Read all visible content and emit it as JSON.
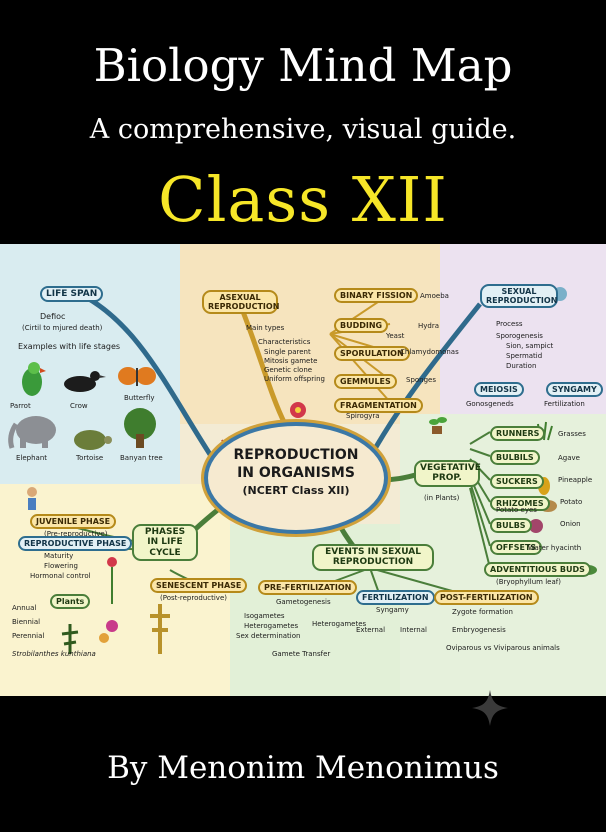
{
  "header": {
    "title": "Biology Mind Map",
    "subtitle": "A comprehensive, visual guide.",
    "class_label": "Class XII"
  },
  "footer": {
    "author": "By Menonim Menonimus"
  },
  "mindmap": {
    "center": {
      "line1": "REPRODUCTION",
      "line2": "IN ORGANISMS",
      "line3": "(NCERT Class XII)"
    },
    "life_span": {
      "title": "LIFE SPAN",
      "defn": "Defioc",
      "defn2": "(Cirtil to mjured death)",
      "examples": "Examples with life stages",
      "animals": [
        "Parrot",
        "Crow",
        "Butterfly",
        "Elephant",
        "Tortoise",
        "Banyan tree"
      ]
    },
    "asexual": {
      "title": "ASEXUAL REPRODUCTION",
      "points": [
        "Main types",
        "Characteristics",
        "Single parent",
        "Mitosis gamete",
        "Genetic clone",
        "Uniform offspring"
      ],
      "types": [
        "BINARY FISSION",
        "BUDDING",
        "SPORULATION",
        "GEMMULES",
        "FRAGMENTATION"
      ],
      "examples": [
        "Amoeba",
        "Hydra",
        "Yeast",
        "Chlamydomonas",
        "Sponges",
        "Spirogyra"
      ]
    },
    "sexual": {
      "title": "SEXUAL REPRODUCTION",
      "points": [
        "Process",
        "Sporogenesis",
        "Sion, sampict",
        "Spermatid",
        "Duration"
      ],
      "sub": [
        "MEIOSIS",
        "SYNGAMY"
      ],
      "sub_notes": [
        "Gonosgeneds",
        "Fertilization"
      ]
    },
    "vegetative": {
      "title": "VEGETATIVE PROP.",
      "note": "(in Plants)",
      "items": [
        "RUNNERS",
        "BULBILS",
        "SUCKERS",
        "RHIZOMES",
        "BULBS",
        "OFFSETS",
        "ADVENTITIOUS BUDS"
      ],
      "examples": [
        "Grasses",
        "Agave",
        "Pineapple",
        "Potato",
        "Onion",
        "Water hyacinth",
        "(Bryophyllum leaf)",
        "Potato eyes"
      ]
    },
    "phases": {
      "title": "PHASES IN LIFE CYCLE",
      "juvenile": "JUVENILE PHASE",
      "juvenile_note": "(Pre-reproductive)",
      "reproductive": "REPRODUCTIVE PHASE",
      "reproductive_notes": [
        "Maturity",
        "Flowering",
        "Hormonal control"
      ],
      "senescent": "SENESCENT PHASE",
      "senescent_note": "(Post-reproductive)",
      "plants": "Plants",
      "plant_types": [
        "Annual",
        "Biennial",
        "Perennial",
        "Strobilanthes kunthiana"
      ]
    },
    "events": {
      "title": "EVENTS IN SEXUAL REPRODUCTION",
      "pre": "PRE-FERTILIZATION",
      "pre_items": [
        "Gametogenesis",
        "Isogametes",
        "Heterogametes",
        "Heterogametes",
        "Sex determination",
        "Gamete Transfer"
      ],
      "fert": "FERTILIZATION",
      "fert_items": [
        "Syngamy",
        "External",
        "Internal"
      ],
      "post": "POST-FERTILIZATION",
      "post_items": [
        "Zygote formation",
        "Embryogenesis",
        "Oviparous vs Viviparous animals"
      ]
    }
  }
}
